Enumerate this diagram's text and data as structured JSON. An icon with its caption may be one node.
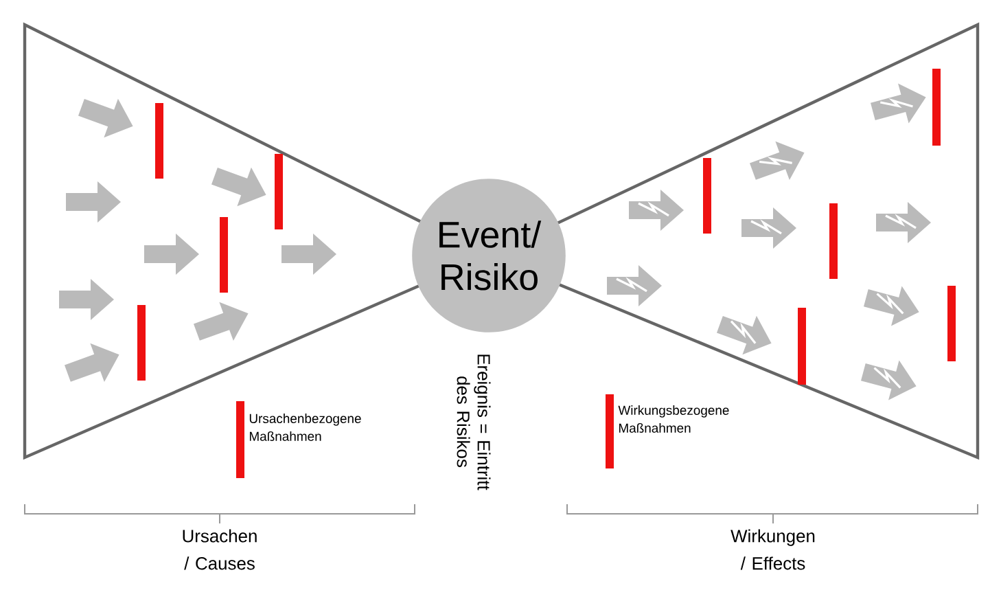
{
  "diagram": {
    "nodes": [
      {
        "text": [
          "Event/ Risiko"
        ]
      }
    ],
    "labels": [
      "Ereignis = Eintritt des Risikos",
      "Ursachen / Causes",
      "Wirkungen / Effects"
    ],
    "legend": [
      {
        "text": "Ursachenbezogene Maßnahmen",
        "color": "#ee1111"
      },
      {
        "text": "Wirkungsbezogene Maßnahmen",
        "color": "#ee1111"
      }
    ]
  }
}
